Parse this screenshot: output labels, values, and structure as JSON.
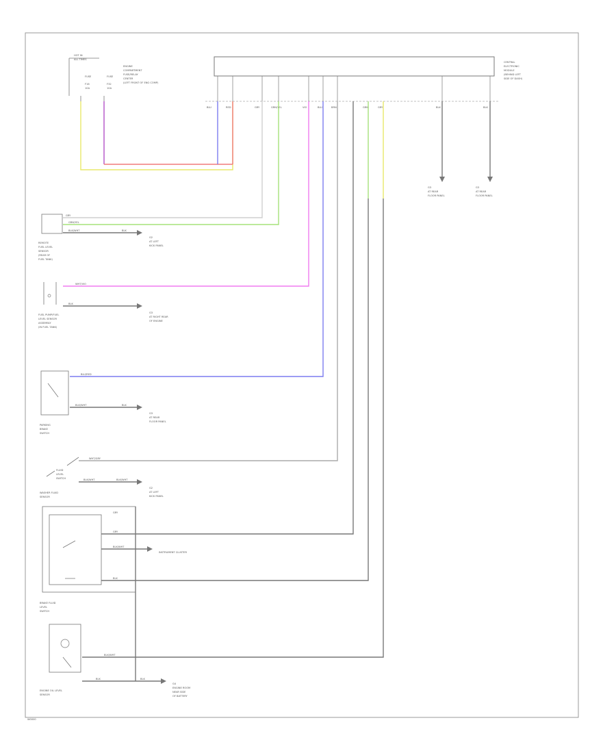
{
  "diagram": {
    "footer_code": "W0000",
    "blocks": {
      "fuse_box": [
        "HOT IN",
        "ALL TIMES",
        "FUSE",
        "F16",
        "10A",
        "FUSE",
        "F32",
        "10A"
      ],
      "fuse_box_label": [
        "ENGINE",
        "COMPARTMENT",
        "FUSE/RELAY",
        "CENTER",
        "(LEFT FRONT OF ENG COMP)"
      ],
      "module": [
        "CENTRAL",
        "ELECTRONIC",
        "MODULE",
        "(BEHIND LEFT",
        "SIDE OF DASH)"
      ],
      "fuel_sensor": [
        "REMOTE",
        "FUEL LEVEL",
        "SENSOR",
        "(REAR OF",
        "FUEL TANK)"
      ],
      "fuel_pump": [
        "FUEL PUMP/FUEL",
        "LEVEL SENSOR",
        "ASSEMBLY",
        "(IN FUEL TANK)"
      ],
      "brake_switch": [
        "PARKING",
        "BRAKE",
        "SWITCH"
      ],
      "washer_switch": [
        "FLUID",
        "LEVEL",
        "SWITCH"
      ],
      "washer_sensor": [
        "WASHER FLUID",
        "SENSOR"
      ],
      "brake_fluid": [
        "BRAKE FLUID",
        "LEVEL",
        "SWITCH"
      ],
      "oil_sensor": [
        "ENGINE OIL LEVEL",
        "SENSOR"
      ],
      "other_ref": "INSTRUMENT CLUSTER"
    },
    "grounds": [
      [
        "G2",
        "AT LEFT",
        "KICK PANEL"
      ],
      [
        "G3",
        "AT RIGHT REAR",
        "OF ENGINE"
      ],
      [
        "G3",
        "AT REAR",
        "FLOOR PANEL"
      ],
      [
        "G2",
        "AT LEFT",
        "KICK PANEL"
      ],
      [
        "G4",
        "ENGINE ROOM",
        "NEAR SIDE",
        "OF BATTERY"
      ],
      [
        "G3",
        "AT REAR",
        "FLOOR PANEL"
      ],
      [
        "G3",
        "AT REAR",
        "FLOOR PANEL"
      ]
    ],
    "wire_labels": {
      "fuel_sensor": [
        "GRY",
        "GRN/YEL",
        "BLK/WHT",
        "BLK"
      ],
      "fuel_pump": [
        "WHT/VIO",
        "BLK"
      ],
      "brake_switch": [
        "BLU/RED",
        "BLK/WHT",
        "BLK"
      ],
      "washer": [
        "WHT/GRY",
        "BLK/WHT",
        "BLK/WHT"
      ],
      "brake_fluid": [
        "GRY",
        "GRY",
        "BLK/WHT",
        "BLK"
      ],
      "oil": [
        "BLK/WHT",
        "BLK",
        "BLK"
      ],
      "module_pins": [
        "BLU",
        "RED",
        "GRY",
        "GRN/YEL",
        "VIO",
        "BLU",
        "BRN",
        "GRN",
        "GRY",
        "BLK",
        "BLK"
      ]
    }
  }
}
